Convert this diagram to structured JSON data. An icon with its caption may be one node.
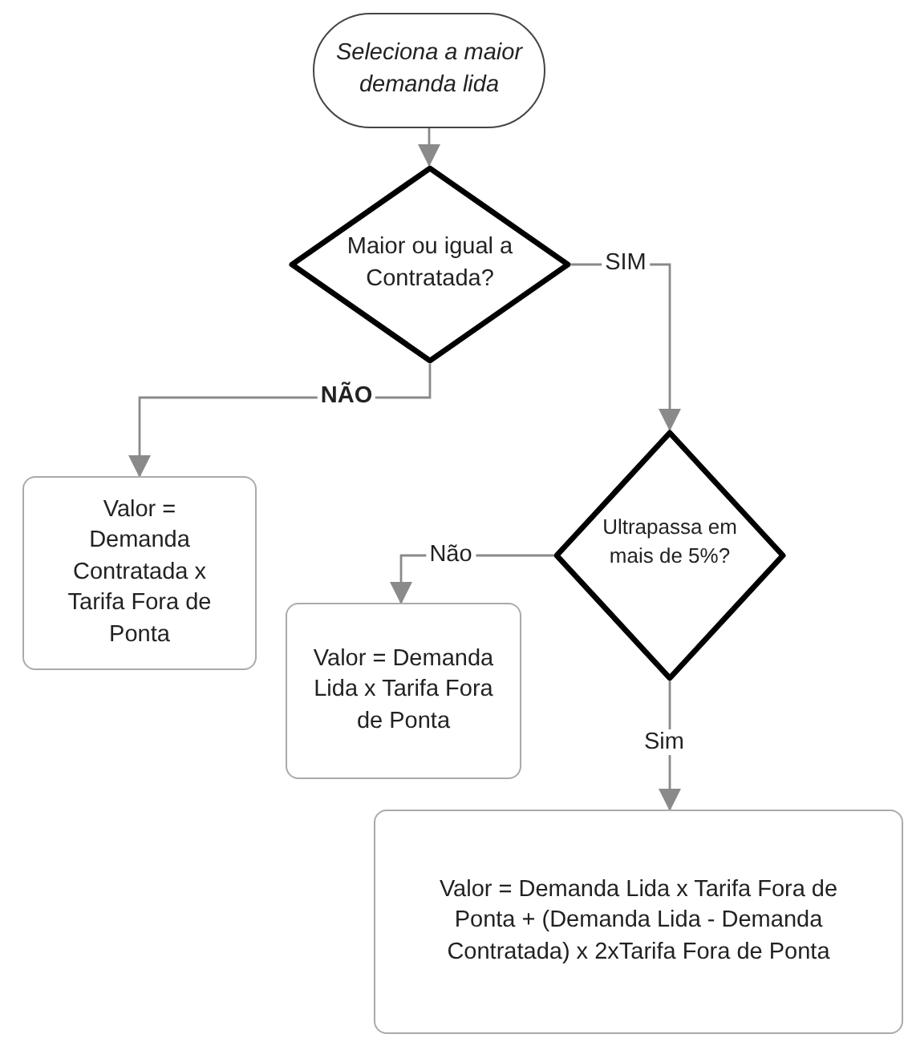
{
  "diagram": {
    "nodes": [
      {
        "text": [
          "Seleciona a maior demanda lida"
        ]
      },
      {
        "text": [
          "Maior ou igual a Contratada?"
        ]
      },
      {
        "text": [
          "Valor = Demanda Contratada x Tarifa Fora de Ponta"
        ]
      },
      {
        "text": [
          "Ultrapassa em mais de 5%?"
        ]
      },
      {
        "text": [
          "Valor = Demanda Lida x Tarifa Fora de Ponta"
        ]
      },
      {
        "text": [
          "Valor = Demanda Lida x Tarifa Fora de Ponta + (Demanda Lida - Demanda Contratada) x 2xTarifa Fora de Ponta"
        ]
      }
    ],
    "edges": [
      {
        "from": 0,
        "to": 1,
        "arrow": "to"
      },
      {
        "from": 1,
        "to": 3,
        "arrow": "to",
        "label": "SIM"
      },
      {
        "from": 1,
        "to": 2,
        "arrow": "to",
        "label": "NÃO"
      },
      {
        "from": 3,
        "to": 4,
        "arrow": "to",
        "label": "Não"
      },
      {
        "from": 3,
        "to": 5,
        "arrow": "to",
        "label": "Sim"
      }
    ]
  }
}
